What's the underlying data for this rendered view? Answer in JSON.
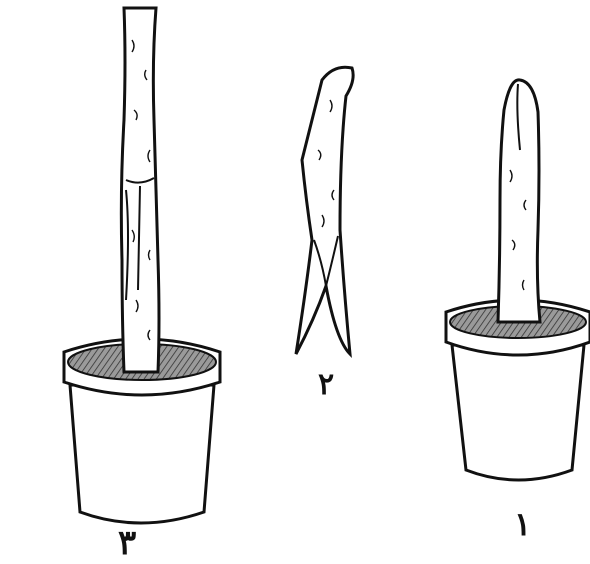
{
  "figure": {
    "panels": [
      {
        "id": "stock-with-scion",
        "label": "۳"
      },
      {
        "id": "scion-wedge",
        "label": "۲"
      },
      {
        "id": "stock-cut",
        "label": "۱"
      }
    ]
  },
  "colors": {
    "ink": "#111111",
    "soil": "#777777",
    "background": "#ffffff"
  }
}
